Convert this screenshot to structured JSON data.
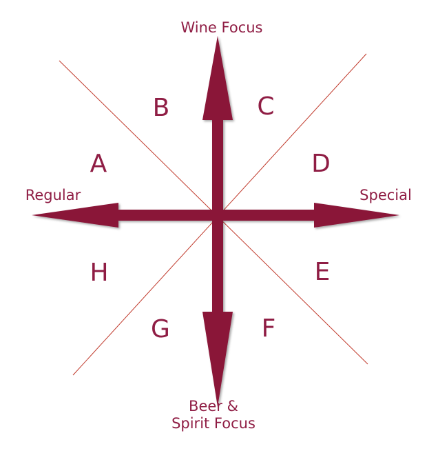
{
  "axes": {
    "top": "Wine Focus",
    "left": "Regular",
    "right": "Special",
    "bottom_line1": "Beer &",
    "bottom_line2": "Spirit Focus"
  },
  "sectors": {
    "a": "A",
    "b": "B",
    "c": "C",
    "d": "D",
    "e": "E",
    "f": "F",
    "g": "G",
    "h": "H"
  },
  "colors": {
    "arrow": "#8a1538",
    "diagonal": "#c0392b",
    "text": "#8f1d44"
  }
}
